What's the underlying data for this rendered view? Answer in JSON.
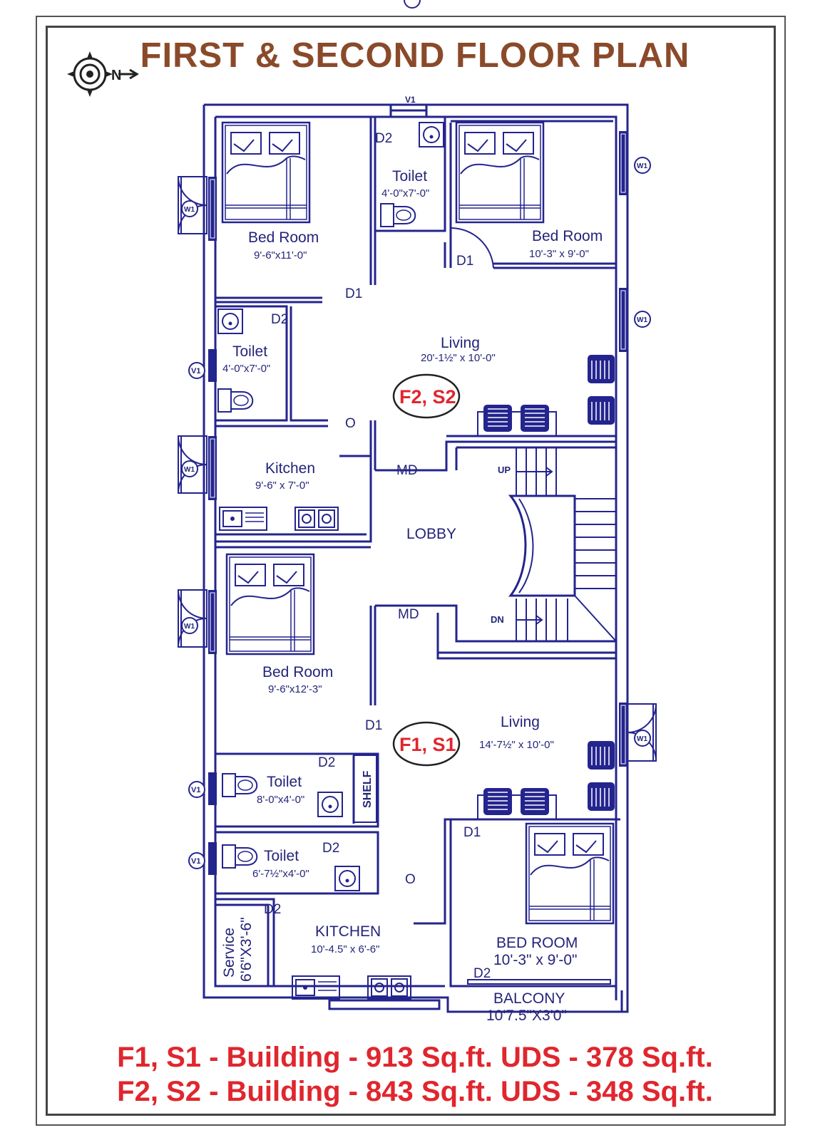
{
  "title": "FIRST & SECOND FLOOR PLAN",
  "compass": {
    "icon": "compass-icon",
    "north_label": "N"
  },
  "colors": {
    "line": "#24248f",
    "title": "#8a4a2a",
    "accent": "#e0262e"
  },
  "rooms": {
    "bed1": {
      "name": "Bed Room",
      "size": "9'-6\"x11'-0\""
    },
    "bed2": {
      "name": "Bed Room",
      "size": "10'-3\" x 9'-0\""
    },
    "toilet_top": {
      "name": "Toilet",
      "size": "4'-0\"x7'-0\""
    },
    "toilet_left": {
      "name": "Toilet",
      "size": "4'-0\"x7'-0\""
    },
    "living_top": {
      "name": "Living",
      "size": "20'-1½\" x 10'-0\""
    },
    "kitchen_top": {
      "name": "Kitchen",
      "size": "9'-6\" x 7'-0\""
    },
    "lobby": {
      "name": "LOBBY"
    },
    "bed3": {
      "name": "Bed Room",
      "size": "9'-6\"x12'-3\""
    },
    "living_bottom": {
      "name": "Living",
      "size": "14'-7½\" x 10'-0\""
    },
    "toilet_b1": {
      "name": "Toilet",
      "size": "8'-0\"x4'-0\""
    },
    "toilet_b2": {
      "name": "Toilet",
      "size": "6'-7½\"x4'-0\""
    },
    "shelf": {
      "name": "SHELF"
    },
    "service": {
      "name": "Service",
      "size": "6'6\"X3'-6\""
    },
    "kitchen_bottom": {
      "name": "KITCHEN",
      "size": "10'-4.5\" x 6'-6\""
    },
    "bed4": {
      "name": "BED ROOM",
      "size": "10'-3\" x 9'-0\""
    },
    "balcony": {
      "name": "BALCONY",
      "size": "10'7.5\"X3'0\""
    }
  },
  "tags": {
    "v1": "V1",
    "w1": "W1",
    "d1": "D1",
    "d2": "D2",
    "md": "MD",
    "o": "O",
    "up": "UP",
    "dn": "DN"
  },
  "units": {
    "upper": "F2, S2",
    "lower": "F1, S1"
  },
  "footer": {
    "line1": "F1, S1 - Building - 913 Sq.ft.  UDS - 378 Sq.ft.",
    "line2": "F2, S2 - Building - 843 Sq.ft.  UDS - 348 Sq.ft."
  }
}
